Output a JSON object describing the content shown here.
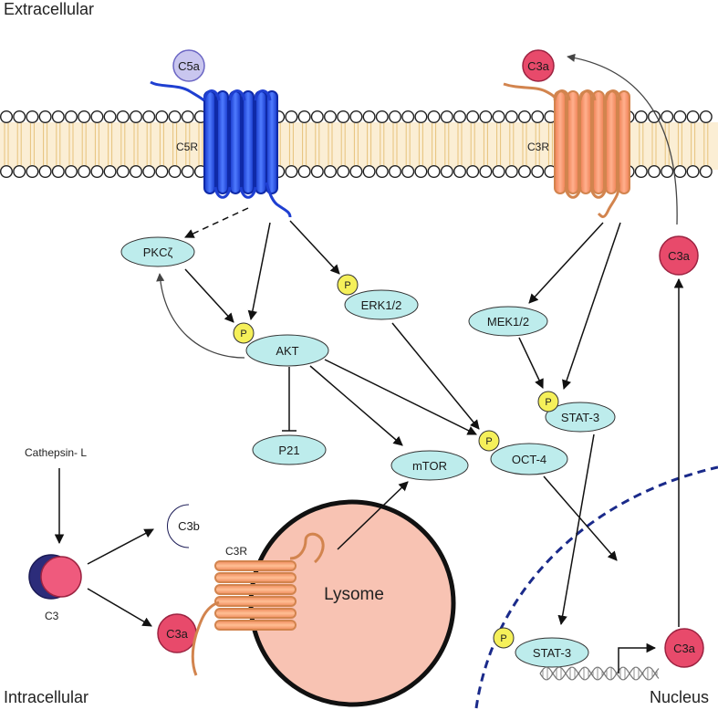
{
  "regions": {
    "extracellular": "Extracellular",
    "intracellular": "Intracellular",
    "nucleus": "Nucleus"
  },
  "receptors": {
    "c5r": "C5R",
    "c3r_membrane": "C3R",
    "c3r_lysosome": "C3R"
  },
  "ligands": {
    "c5a": "C5a",
    "c3a_top": "C3a",
    "c3a_right": "C3a",
    "c3a_lower_left": "C3a",
    "c3a_nucleus": "C3a",
    "c3b": "C3b",
    "c3": "C3"
  },
  "molecules": {
    "pkcz": "PKCζ",
    "erk": "ERK1/2",
    "akt": "AKT",
    "mek": "MEK1/2",
    "stat3": "STAT-3",
    "p21": "P21",
    "mtor": "mTOR",
    "oct4": "OCT-4",
    "stat3_nucleus": "STAT-3",
    "phospho": "P"
  },
  "labels": {
    "cathepsin": "Cathepsin- L",
    "lysosome": "Lysome"
  },
  "colors": {
    "c5r": "#1f3fd1",
    "c3r": "#f08a5d",
    "ligand_pink": "#e84a6b",
    "c5a_lilac": "#c9c6ef",
    "molecule_cyan": "#bdecec",
    "phospho_yellow": "#f5f05a",
    "lysosome_fill": "#f8c3b3",
    "c3b_navy": "#2c2c7a",
    "nucleus_border": "#1a2a8a",
    "membrane_lipid": "#f2d59a"
  }
}
